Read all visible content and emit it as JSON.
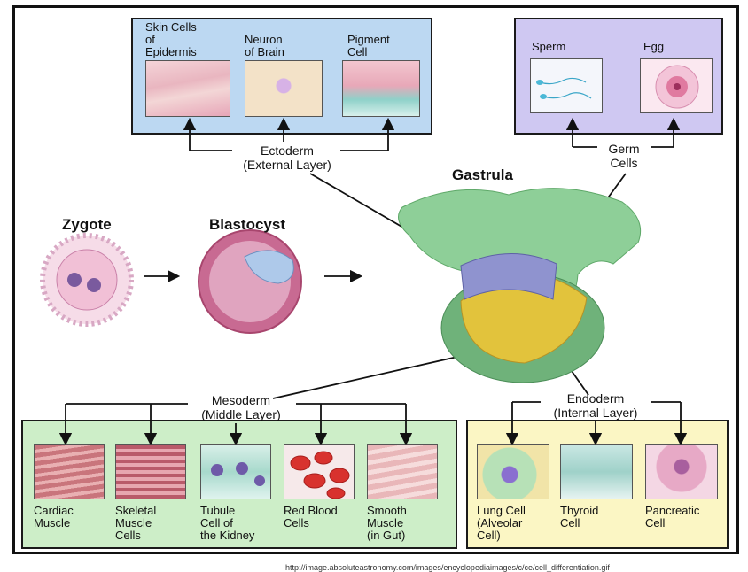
{
  "titles": {
    "zygote": "Zygote",
    "blastocyst": "Blastocyst",
    "gastrula": "Gastrula"
  },
  "layers": {
    "ectoderm": "Ectoderm\n(External Layer)",
    "germ": "Germ\nCells",
    "mesoderm": "Mesoderm\n(Middle Layer)",
    "endoderm": "Endoderm\n(Internal Layer)"
  },
  "ectoderm_cells": [
    {
      "label": "Skin Cells\nof\nEpidermis",
      "icon": "skin-cells-icon"
    },
    {
      "label": "Neuron\nof Brain",
      "icon": "neuron-icon"
    },
    {
      "label": "Pigment\nCell",
      "icon": "pigment-cell-icon"
    }
  ],
  "germ_cells": [
    {
      "label": "Sperm",
      "icon": "sperm-icon"
    },
    {
      "label": "Egg",
      "icon": "egg-icon"
    }
  ],
  "mesoderm_cells": [
    {
      "label": "Cardiac\nMuscle",
      "icon": "cardiac-muscle-icon"
    },
    {
      "label": "Skeletal\nMuscle\nCells",
      "icon": "skeletal-muscle-icon"
    },
    {
      "label": "Tubule\nCell of\nthe Kidney",
      "icon": "kidney-tubule-icon"
    },
    {
      "label": "Red Blood\nCells",
      "icon": "red-blood-cells-icon"
    },
    {
      "label": "Smooth\nMuscle\n(in Gut)",
      "icon": "smooth-muscle-icon"
    }
  ],
  "endoderm_cells": [
    {
      "label": "Lung Cell\n(Alveolar\nCell)",
      "icon": "lung-cell-icon"
    },
    {
      "label": "Thyroid\nCell",
      "icon": "thyroid-cell-icon"
    },
    {
      "label": "Pancreatic\nCell",
      "icon": "pancreatic-cell-icon"
    }
  ],
  "source_url": "http://image.absoluteastronomy.com/images/encyclopediaimages/c/ce/cell_differentiation.gif",
  "colors": {
    "ectoderm_panel": "#bcd8f2",
    "germ_panel": "#cfc8f2",
    "mesoderm_panel": "#cdeec8",
    "endoderm_panel": "#fbf6c4",
    "gastrula_green": "#8ecf98",
    "yolk": "#e2c33c"
  }
}
